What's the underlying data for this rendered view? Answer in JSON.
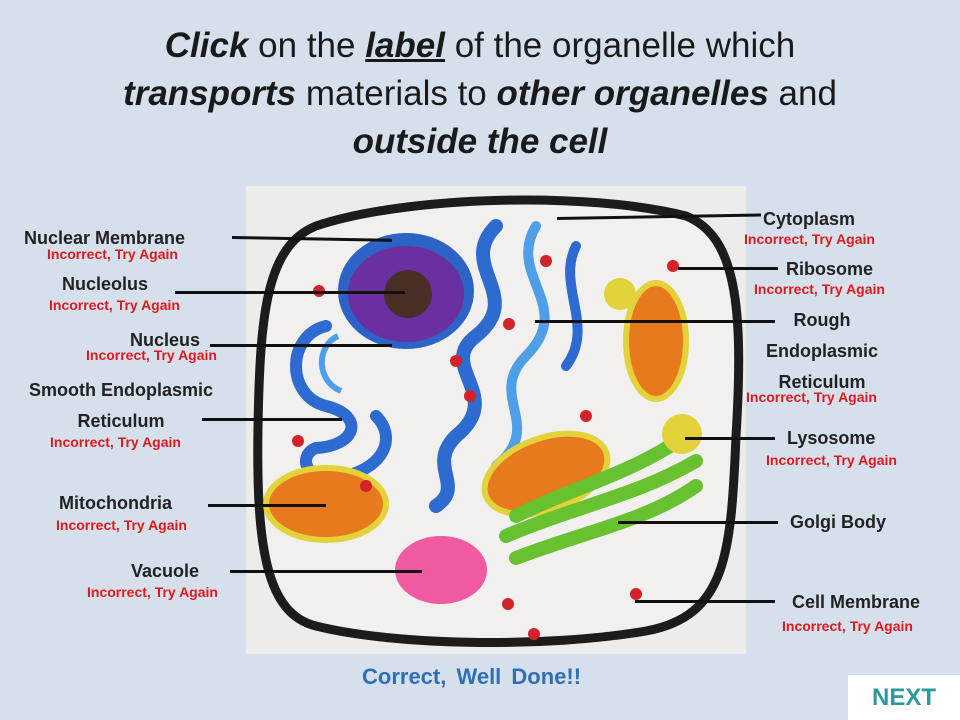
{
  "question": {
    "w1": "Click",
    "w2": " on the ",
    "w3": "label",
    "w4": " of the organelle which",
    "w5": "transports",
    "w6": " materials to ",
    "w7": "other organelles",
    "w8": " and",
    "w9": "outside the cell"
  },
  "labels": {
    "nuclear_membrane": "Nuclear Membrane",
    "nucleolus": "Nucleolus",
    "nucleus": "Nucleus",
    "smooth_er": "Smooth Endoplasmic Reticulum",
    "mitochondria": "Mitochondria",
    "vacuole": "Vacuole",
    "cytoplasm": "Cytoplasm",
    "ribosome": "Ribosome",
    "rough_er": "Rough Endoplasmic Reticulum",
    "lysosome": "Lysosome",
    "golgi_body": "Golgi Body",
    "cell_membrane": "Cell Membrane"
  },
  "feedback": {
    "incorrect": "Incorrect, Try Again",
    "correct": "Correct, Well Done!!"
  },
  "next_label": "NEXT",
  "colors": {
    "background": "#d6e0ec",
    "incorrect": "#e0191c",
    "correct": "#2f6fb6",
    "next": "#2a9a9a"
  }
}
